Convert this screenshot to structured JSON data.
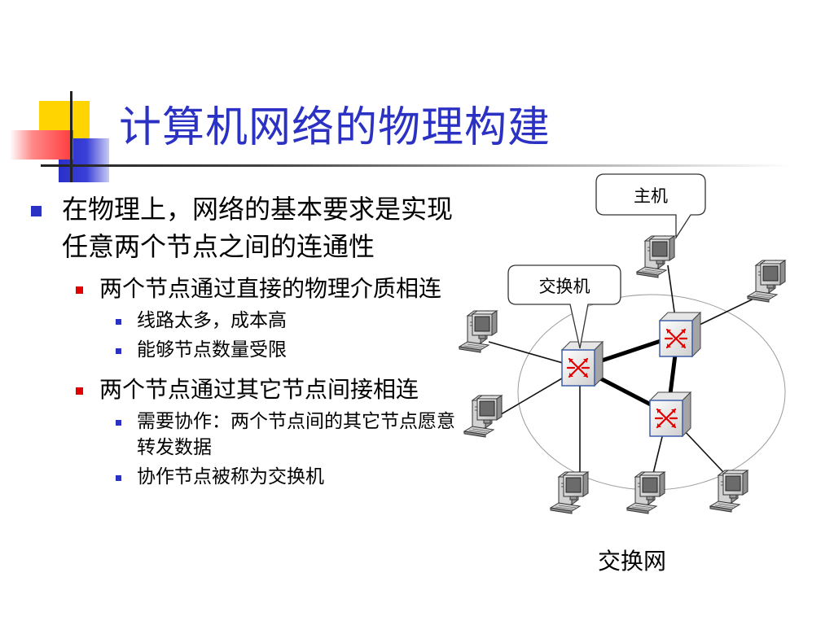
{
  "title": "计算机网络的物理构建",
  "bullets": {
    "main": "在物理上，网络的基本要求是实现任意两个节点之间的连通性",
    "sub1": {
      "text": "两个节点通过直接的物理介质相连",
      "items": [
        "线路太多，成本高",
        "能够节点数量受限"
      ]
    },
    "sub2": {
      "text": "两个节点通过其它节点间接相连",
      "items": [
        "需要协作：两个节点间的其它节点愿意转发数据",
        "协作节点被称为交换机"
      ]
    }
  },
  "diagram": {
    "host_label": "主机",
    "switch_label": "交换机",
    "caption": "交换网",
    "switch_icon": "switch-icon",
    "host_icon": "computer-icon"
  },
  "colors": {
    "title": "#2b31c3",
    "bullet_blue": "#2b31c3",
    "bullet_red": "#e00000",
    "switch_arrow": "#e00000"
  }
}
